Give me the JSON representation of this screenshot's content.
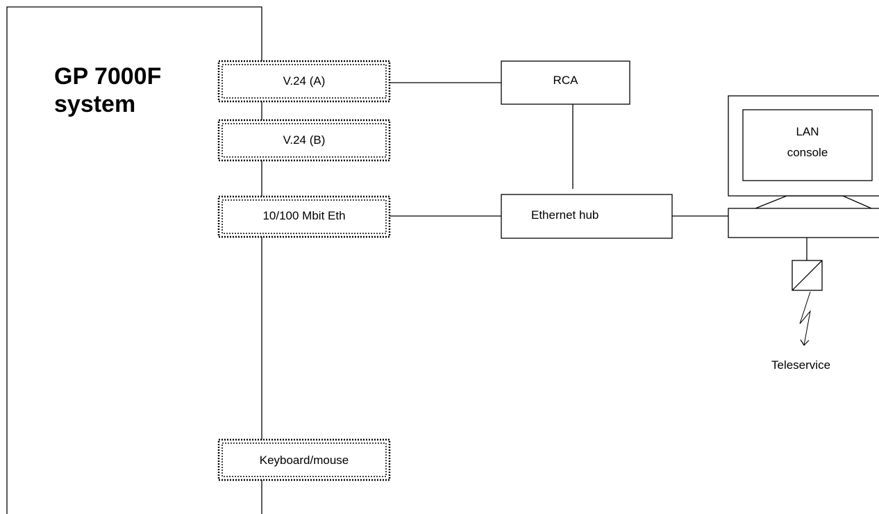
{
  "system": {
    "title_line1": "GP 7000F",
    "title_line2": "system"
  },
  "ports": {
    "v24a": "V.24 (A)",
    "v24b": "V.24 (B)",
    "eth": "10/100 Mbit Eth",
    "kbd": "Keyboard/mouse"
  },
  "devices": {
    "rca": "RCA",
    "hub": "Ethernet hub",
    "console_line1": "LAN",
    "console_line2": "console",
    "teleservice": "Teleservice"
  }
}
